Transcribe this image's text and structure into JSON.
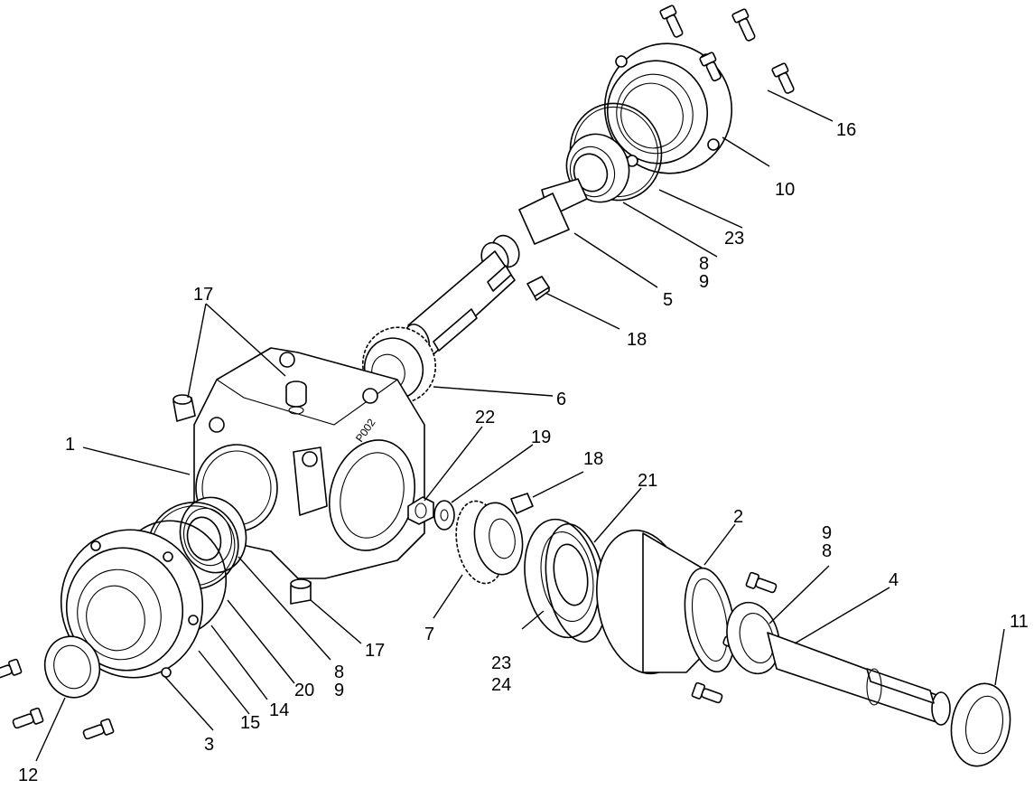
{
  "callouts": [
    {
      "id": "c1",
      "label": "1"
    },
    {
      "id": "c2",
      "label": "2"
    },
    {
      "id": "c3",
      "label": "3"
    },
    {
      "id": "c4",
      "label": "4"
    },
    {
      "id": "c5",
      "label": "5"
    },
    {
      "id": "c6",
      "label": "6"
    },
    {
      "id": "c7",
      "label": "7"
    },
    {
      "id": "c8a",
      "label": "8"
    },
    {
      "id": "c9a",
      "label": "9"
    },
    {
      "id": "c8b",
      "label": "8"
    },
    {
      "id": "c9b",
      "label": "9"
    },
    {
      "id": "c9c",
      "label": "9"
    },
    {
      "id": "c8c",
      "label": "8"
    },
    {
      "id": "c10",
      "label": "10"
    },
    {
      "id": "c11",
      "label": "11"
    },
    {
      "id": "c12",
      "label": "12"
    },
    {
      "id": "c14",
      "label": "14"
    },
    {
      "id": "c15",
      "label": "15"
    },
    {
      "id": "c16",
      "label": "16"
    },
    {
      "id": "c17a",
      "label": "17"
    },
    {
      "id": "c17b",
      "label": "17"
    },
    {
      "id": "c18a",
      "label": "18"
    },
    {
      "id": "c18b",
      "label": "18"
    },
    {
      "id": "c19",
      "label": "19"
    },
    {
      "id": "c20",
      "label": "20"
    },
    {
      "id": "c21",
      "label": "21"
    },
    {
      "id": "c22",
      "label": "22"
    },
    {
      "id": "c23a",
      "label": "23"
    },
    {
      "id": "c23b",
      "label": "23"
    },
    {
      "id": "c24",
      "label": "24"
    }
  ],
  "housing_stamp": "P002"
}
